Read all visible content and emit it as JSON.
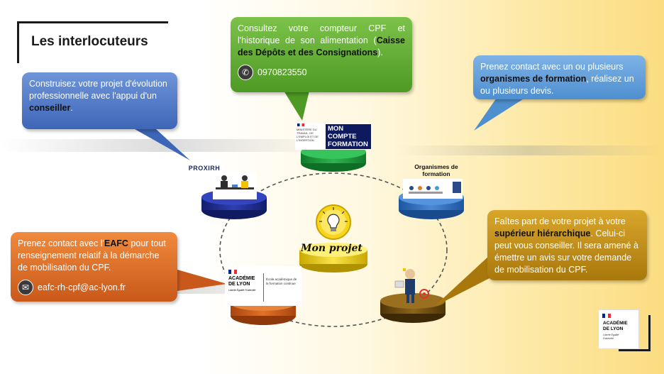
{
  "title": "Les interlocuteurs",
  "bubbles": {
    "conseiller": {
      "text_before": "Construisez votre projet d'évolution professionnelle avec l'appui d'un ",
      "bold": "conseiller",
      "text_after": "."
    },
    "cpf": {
      "text_before": "Consultez votre compteur CPF et l'historique de son alimentation (",
      "bold": "Caisse des Dépôts et des Consignations",
      "text_after": ").",
      "phone": "0970823550"
    },
    "organismes": {
      "text_before": "Prenez contact avec un ou plusieurs ",
      "bold": "organismes de formation",
      "text_after": ", réalisez un ou plusieurs devis."
    },
    "eafc": {
      "text_before": "Prenez contact avec l'",
      "bold": "EAFC",
      "text_after": " pour tout renseignement relatif à la démarche de mobilisation du CPF.",
      "email": "eafc-rh-cpf@ac-lyon.fr"
    },
    "superieur": {
      "text_before": "Faîtes part de votre projet à votre ",
      "bold": "supérieur hiérarchique",
      "text_after": ". Celui-ci peut vous conseiller. Il sera amené à émettre un avis sur votre demande de mobilisation du CPF."
    }
  },
  "center_label": "Mon projet",
  "organismes_label": "Organismes de formation",
  "logos": {
    "mon_compte_formation": {
      "ministry": "MINISTÈRE DU TRAVAIL, DE L'EMPLOI ET DE L'INSERTION",
      "brand_line1": "MON",
      "brand_line2": "COMPTE",
      "brand_line3": "FORMATION"
    },
    "proxirh": "PROXIRH",
    "eafc": {
      "academie_line1": "ACADÉMIE",
      "academie_line2": "DE LYON",
      "motto": "Liberté Égalité Fraternité",
      "school": "École académique de la formation continue"
    },
    "lyon": {
      "academie_line1": "ACADÉMIE",
      "academie_line2": "DE LYON",
      "motto": "Liberté Égalité Fraternité"
    }
  },
  "colors": {
    "pedestal_green": "#1e9a3c",
    "pedestal_navy": "#1f2d8f",
    "pedestal_blue": "#2f6fbf",
    "pedestal_orange": "#c65a16",
    "pedestal_brown": "#6e4c10",
    "pedestal_gold": "#e3c200"
  },
  "icons": {
    "phone": "phone-icon",
    "email": "email-icon",
    "bulb": "lightbulb-icon"
  }
}
